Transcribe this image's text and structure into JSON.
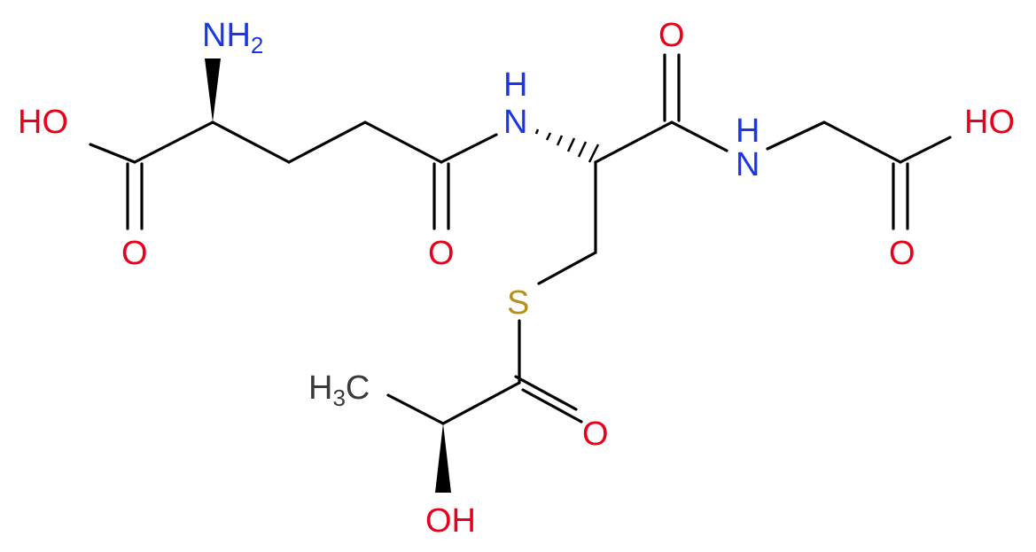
{
  "colors": {
    "bond": "#000000",
    "oxygen": "#e8001a",
    "nitrogen": "#1a36e8",
    "sulfur": "#b5911c",
    "carbon": "#3a3a3a"
  },
  "labels": {
    "nh2_main": "NH",
    "nh2_sub": "2",
    "ho_left": "HO",
    "o_left": "O",
    "o_amide1": "O",
    "nh_amide1": "H",
    "nh_amide1_n": "N",
    "o_amide2": "O",
    "nh_amide2": "N",
    "nh_amide2_h": "H",
    "ho_right": "HO",
    "o_right": "O",
    "sulfur": "S",
    "o_thioester": "O",
    "ch3_main": "H",
    "ch3_sub": "3",
    "ch3_c": "C",
    "oh_bottom": "OH"
  }
}
